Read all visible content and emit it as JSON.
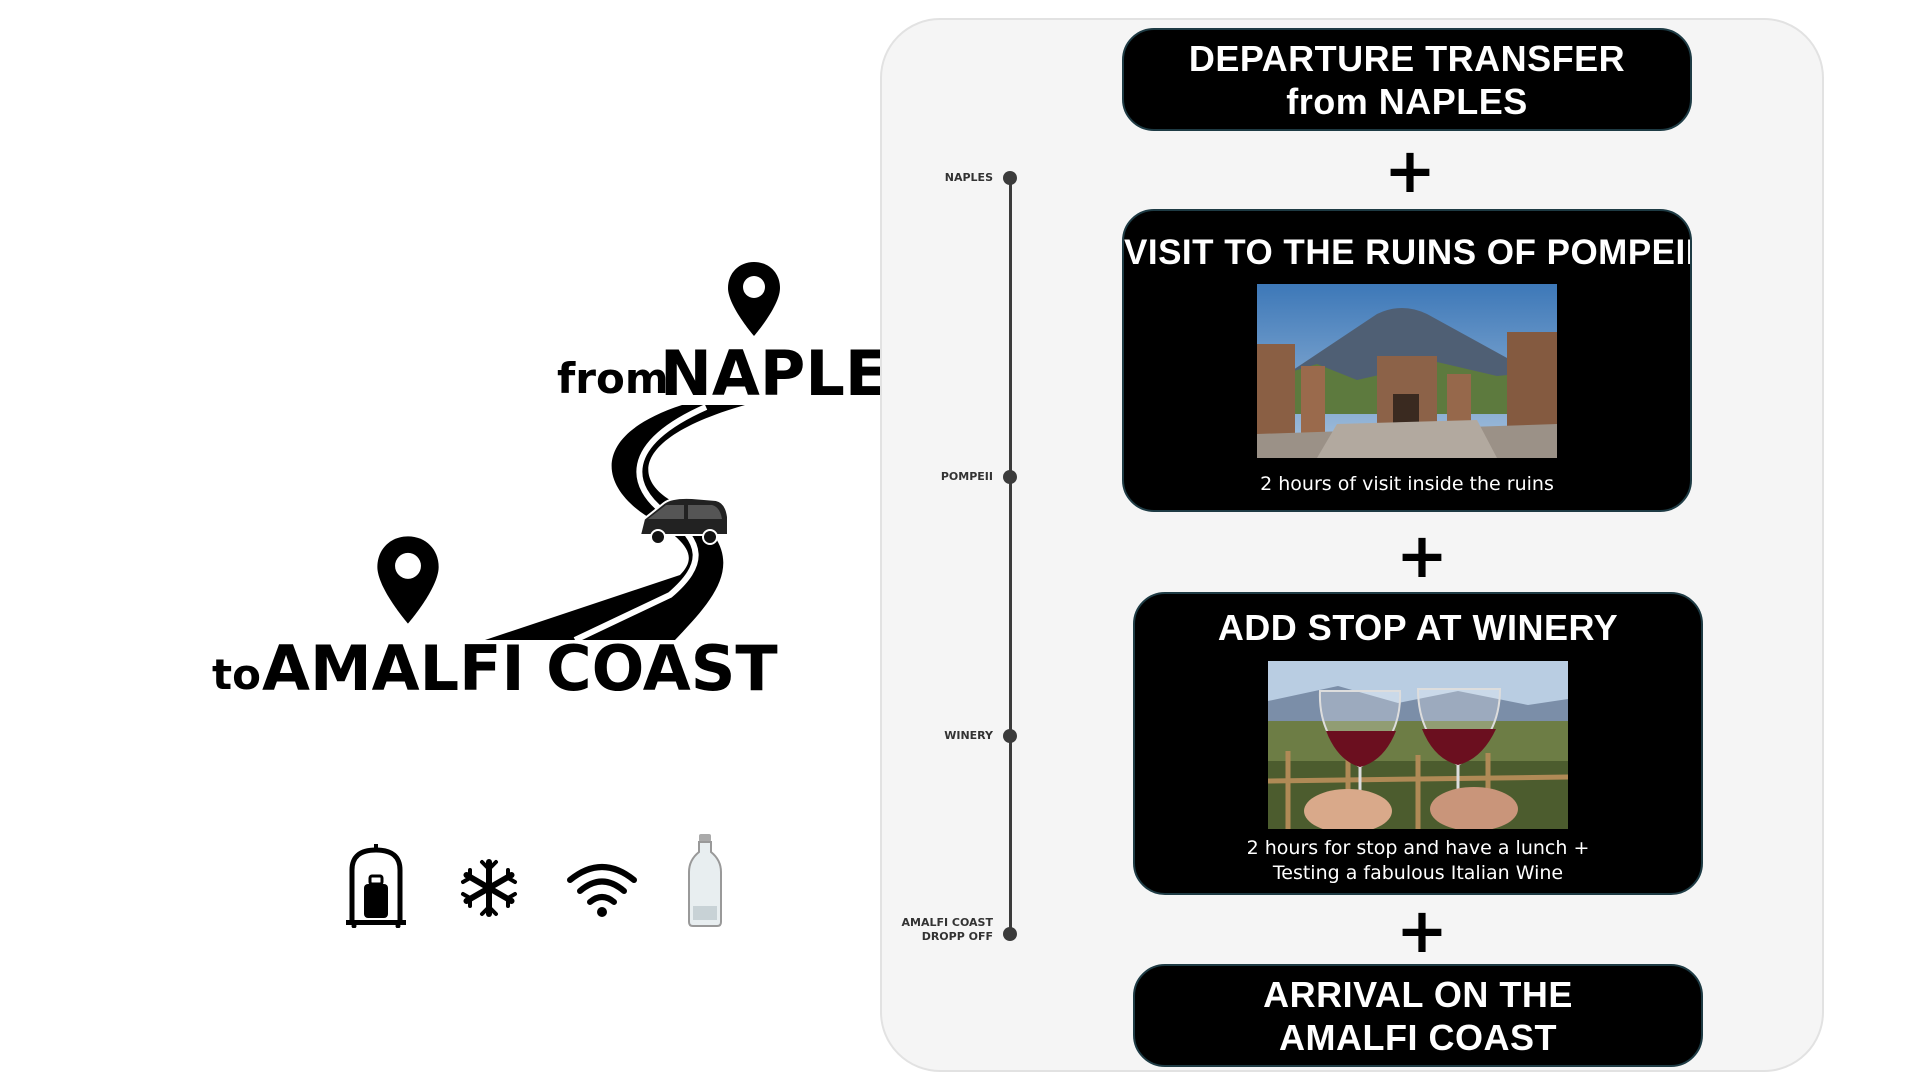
{
  "left": {
    "route": {
      "from_word": "from",
      "from_city": "NAPLES",
      "to_word": "to",
      "to_city": "AMALFI COAST"
    },
    "amenity_icons": [
      "luggage-trolley-icon",
      "snowflake-icon",
      "wifi-icon",
      "water-bottle-icon"
    ]
  },
  "timeline": {
    "stops": [
      {
        "label": "NAPLES"
      },
      {
        "label": "POMPEII"
      },
      {
        "label": "WINERY"
      },
      {
        "label_line1": "AMALFI COAST",
        "label_line2": "DROPP OFF"
      }
    ]
  },
  "cards": {
    "departure": {
      "title_line1": "DEPARTURE TRANSFER",
      "title_line2": "from NAPLES"
    },
    "pompeii": {
      "title": "VISIT TO THE RUINS OF POMPEII",
      "subtitle": "2 hours of visit inside the ruins"
    },
    "winery": {
      "title": "ADD STOP AT WINERY",
      "subtitle_line1": "2 hours for stop and have a lunch +",
      "subtitle_line2": "Testing a fabulous Italian Wine"
    },
    "arrival": {
      "title_line1": "ARRIVAL ON THE",
      "title_line2": "AMALFI COAST"
    }
  },
  "plus_symbol": "+",
  "colors": {
    "card_bg": "#000000",
    "panel_bg": "#f5f5f5",
    "timeline": "#3b3b3b"
  }
}
